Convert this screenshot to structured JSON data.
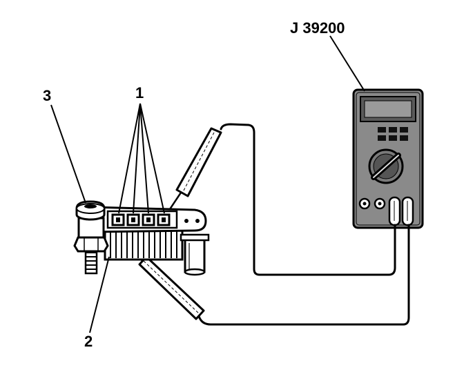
{
  "labels": {
    "meter": "J 39200",
    "diode_leads": "1",
    "heat_sink": "2",
    "stud": "3"
  }
}
